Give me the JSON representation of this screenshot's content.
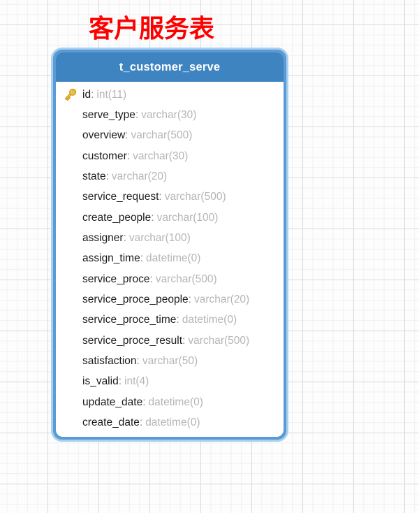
{
  "diagram": {
    "title": "客户服务表",
    "title_color": "#ff0000"
  },
  "table": {
    "name": "t_customer_serve",
    "separator": ":",
    "colors": {
      "header_bg": "#3e84c1",
      "border_outer": "#a6d1f0",
      "border_inner": "#5b9ad2",
      "header_text": "#ffffff",
      "field_name_text": "#1c1c1c",
      "field_type_text": "#b5b5b5",
      "key_icon_fill": "#edc53f",
      "key_icon_stroke": "#c9941f"
    },
    "fields": [
      {
        "name": "id",
        "type": "int(11)",
        "primary_key": true
      },
      {
        "name": "serve_type",
        "type": "varchar(30)",
        "primary_key": false
      },
      {
        "name": "overview",
        "type": "varchar(500)",
        "primary_key": false
      },
      {
        "name": "customer",
        "type": "varchar(30)",
        "primary_key": false
      },
      {
        "name": "state",
        "type": "varchar(20)",
        "primary_key": false
      },
      {
        "name": "service_request",
        "type": "varchar(500)",
        "primary_key": false
      },
      {
        "name": "create_people",
        "type": "varchar(100)",
        "primary_key": false
      },
      {
        "name": "assigner",
        "type": "varchar(100)",
        "primary_key": false
      },
      {
        "name": "assign_time",
        "type": "datetime(0)",
        "primary_key": false
      },
      {
        "name": "service_proce",
        "type": "varchar(500)",
        "primary_key": false
      },
      {
        "name": "service_proce_people",
        "type": "varchar(20)",
        "primary_key": false
      },
      {
        "name": "service_proce_time",
        "type": "datetime(0)",
        "primary_key": false
      },
      {
        "name": "service_proce_result",
        "type": "varchar(500)",
        "primary_key": false
      },
      {
        "name": "satisfaction",
        "type": "varchar(50)",
        "primary_key": false
      },
      {
        "name": "is_valid",
        "type": "int(4)",
        "primary_key": false
      },
      {
        "name": "update_date",
        "type": "datetime(0)",
        "primary_key": false
      },
      {
        "name": "create_date",
        "type": "datetime(0)",
        "primary_key": false
      }
    ]
  }
}
